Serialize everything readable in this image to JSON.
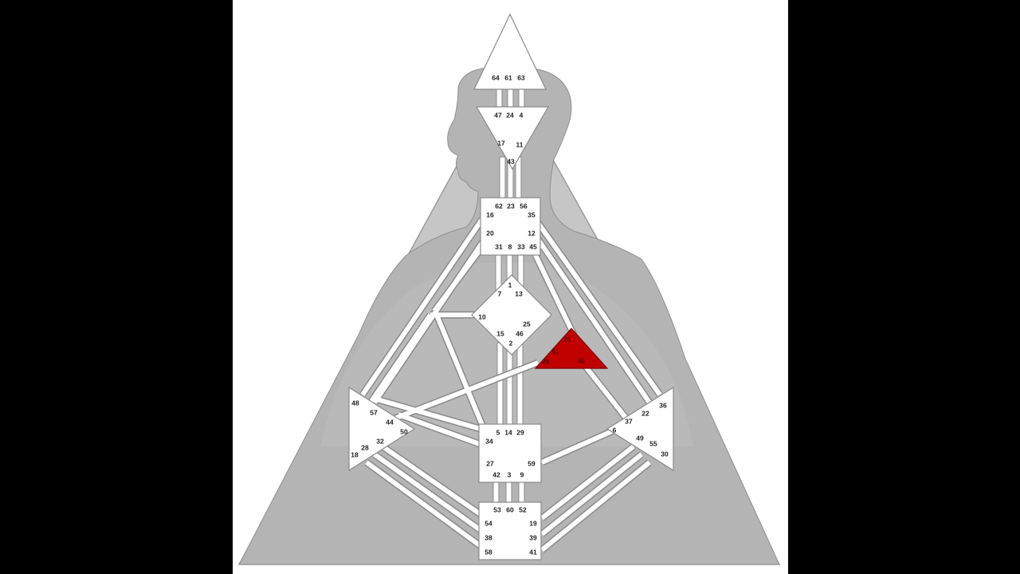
{
  "diagram": {
    "colors": {
      "background_outer": "#000000",
      "background_panel": "#ffffff",
      "triangle_fill": "#c4c4c4",
      "silhouette_fill": "#b2b2b2",
      "center_fill": "#ffffff",
      "channel_fill": "#ffffff",
      "outline": "#8a8a8a",
      "highlight_center": "#c10000"
    },
    "centers": {
      "head": {
        "gates": [
          "64",
          "61",
          "63"
        ]
      },
      "ajna": {
        "gates": [
          "47",
          "24",
          "4",
          "17",
          "11",
          "43"
        ]
      },
      "throat": {
        "gates": [
          "62",
          "23",
          "56",
          "16",
          "35",
          "20",
          "12",
          "31",
          "8",
          "33",
          "45"
        ]
      },
      "g": {
        "gates": [
          "1",
          "7",
          "13",
          "10",
          "25",
          "15",
          "46",
          "2"
        ]
      },
      "heart": {
        "highlighted": true,
        "gates": [
          "21",
          "51",
          "26",
          "40"
        ]
      },
      "spleen": {
        "gates": [
          "48",
          "57",
          "44",
          "50",
          "32",
          "28",
          "18"
        ]
      },
      "solar_plexus": {
        "gates": [
          "36",
          "22",
          "37",
          "6",
          "49",
          "55",
          "30"
        ]
      },
      "sacral": {
        "gates": [
          "5",
          "14",
          "29",
          "34",
          "27",
          "59",
          "42",
          "3",
          "9"
        ]
      },
      "root": {
        "gates": [
          "53",
          "60",
          "52",
          "54",
          "19",
          "38",
          "39",
          "58",
          "41"
        ]
      }
    }
  }
}
